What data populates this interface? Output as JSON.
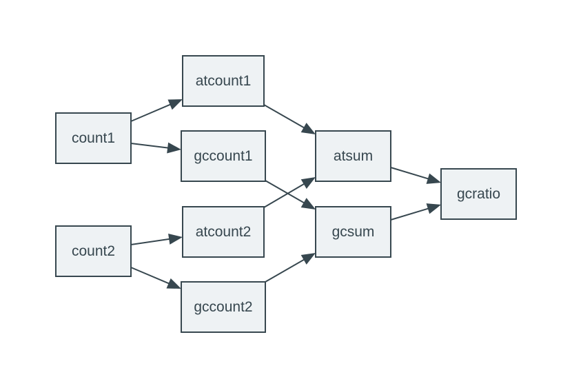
{
  "colors": {
    "node_fill": "#eef2f4",
    "node_border": "#37474f",
    "text": "#37474f",
    "edge": "#37474f",
    "background": "#ffffff"
  },
  "nodes": {
    "count1": "count1",
    "count2": "count2",
    "atcount1": "atcount1",
    "gccount1": "gccount1",
    "atcount2": "atcount2",
    "gccount2": "gccount2",
    "atsum": "atsum",
    "gcsum": "gcsum",
    "gcratio": "gcratio"
  },
  "edges": [
    {
      "from": "count1",
      "to": "atcount1"
    },
    {
      "from": "count1",
      "to": "gccount1"
    },
    {
      "from": "count2",
      "to": "atcount2"
    },
    {
      "from": "count2",
      "to": "gccount2"
    },
    {
      "from": "atcount1",
      "to": "atsum"
    },
    {
      "from": "atcount2",
      "to": "atsum"
    },
    {
      "from": "gccount1",
      "to": "gcsum"
    },
    {
      "from": "gccount2",
      "to": "gcsum"
    },
    {
      "from": "atsum",
      "to": "gcratio"
    },
    {
      "from": "gcsum",
      "to": "gcratio"
    }
  ]
}
